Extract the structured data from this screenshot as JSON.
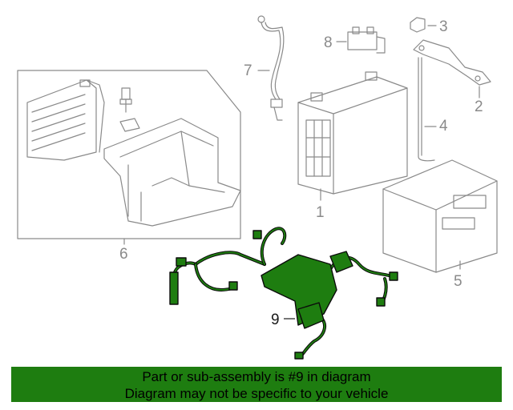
{
  "callouts": [
    {
      "id": "1",
      "label": "1"
    },
    {
      "id": "2",
      "label": "2"
    },
    {
      "id": "3",
      "label": "3"
    },
    {
      "id": "4",
      "label": "4"
    },
    {
      "id": "5",
      "label": "5"
    },
    {
      "id": "6",
      "label": "6"
    },
    {
      "id": "7",
      "label": "7"
    },
    {
      "id": "8",
      "label": "8"
    },
    {
      "id": "9",
      "label": "9"
    }
  ],
  "banner": {
    "line1": "Part or sub-assembly is #9 in diagram",
    "line2": "Diagram may not be specific to your vehicle",
    "color": "#1e7d10"
  },
  "colors": {
    "line": "#8a8a8a",
    "highlight": "#1e7d10",
    "highlight_outline": "#0b0b0b"
  }
}
